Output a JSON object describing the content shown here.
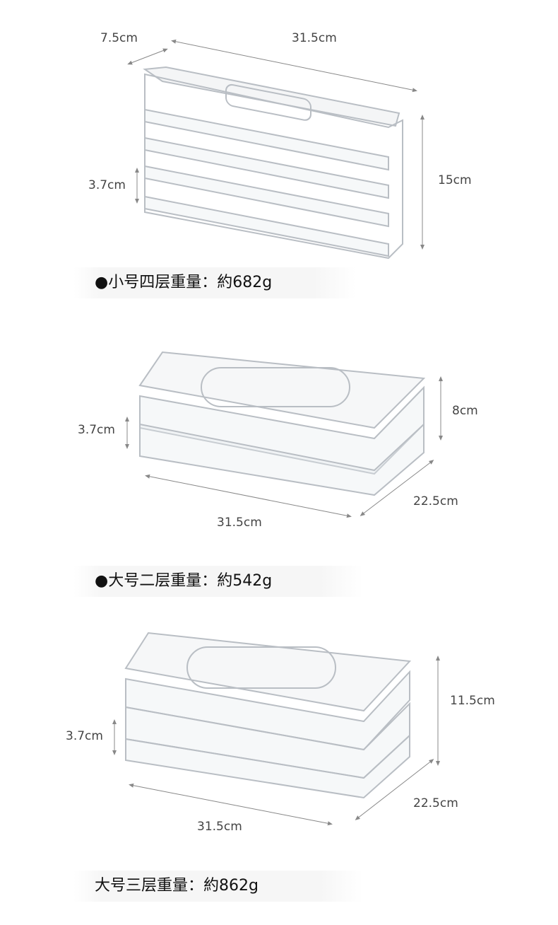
{
  "products": [
    {
      "caption": "●小号四层重量：約682g",
      "dims": {
        "depth": "7.5cm",
        "length": "31.5cm",
        "height": "15cm",
        "layer": "3.7cm"
      },
      "layers": 4
    },
    {
      "caption": "●大号二层重量：約542g",
      "dims": {
        "height": "8cm",
        "layer": "3.7cm",
        "length": "31.5cm",
        "width": "22.5cm"
      },
      "layers": 2
    },
    {
      "caption": "大号三层重量：約862g",
      "dims": {
        "height": "11.5cm",
        "layer": "3.7cm",
        "length": "31.5cm",
        "width": "22.5cm"
      },
      "layers": 3
    }
  ],
  "colors": {
    "line": "#888888",
    "box": "#c9ccd0",
    "text": "#444444"
  }
}
